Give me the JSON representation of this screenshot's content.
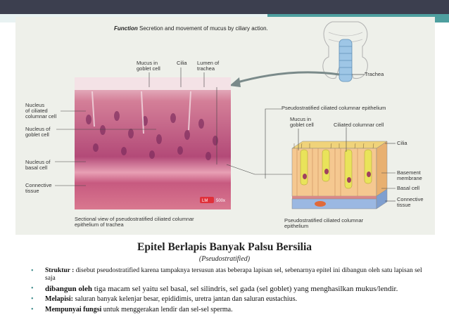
{
  "figure": {
    "function_label": "Function",
    "function_text": "Secretion and movement of mucus by ciliary action.",
    "trachea_label": "Trachea",
    "micro_labels": {
      "mucus": "Mucus in\ngoblet cell",
      "cilia": "Cilia",
      "lumen": "Lumen of\ntrachea",
      "nucleus_ciliated": "Nucleus\nof ciliated\ncolumnar cell",
      "nucleus_goblet": "Nucleus of\ngoblet cell",
      "nucleus_basal": "Nucleus of\nbasal cell",
      "connective": "Connective\ntissue",
      "lm_badge": "LM",
      "magnification": "500x",
      "caption": "Sectional view of pseudostratified ciliated columnar\nepithelium of trachea"
    },
    "diagram_labels": {
      "epithelium": "Pseudostratified ciliated columnar epithelium",
      "mucus": "Mucus in\ngoblet cell",
      "ciliated": "Ciliated columnar cell",
      "cilia": "Cilia",
      "basement": "Basement\nmembrane",
      "basal": "Basal cell",
      "connective": "Connective\ntissue",
      "caption": "Pseudostratified ciliated columnar\nepithelium"
    }
  },
  "title": "Epitel Berlapis Banyak Palsu Bersilia",
  "subtitle": "(Pseudostratified)",
  "bullets": [
    {
      "bold": "Struktur :",
      "text": " disebut pseudostratified karena tampaknya tersusun atas beberapa lapisan sel, sebenarnya epitel ini dibangun oleh satu lapisan sel saja"
    },
    {
      "bold": "dibangun oleh",
      "text": " tiga macam sel yaitu sel basal, sel silindris, sel gada (sel goblet) yang menghasilkan mukus/lendir."
    },
    {
      "bold": "Melapisi:",
      "text": " saluran banyak kelenjar besar, epididimis, uretra jantan dan saluran eustachius."
    },
    {
      "bold": "Mempunyai fungsi",
      "text": " untuk menggerakan lendir dan sel-sel sperma."
    }
  ]
}
